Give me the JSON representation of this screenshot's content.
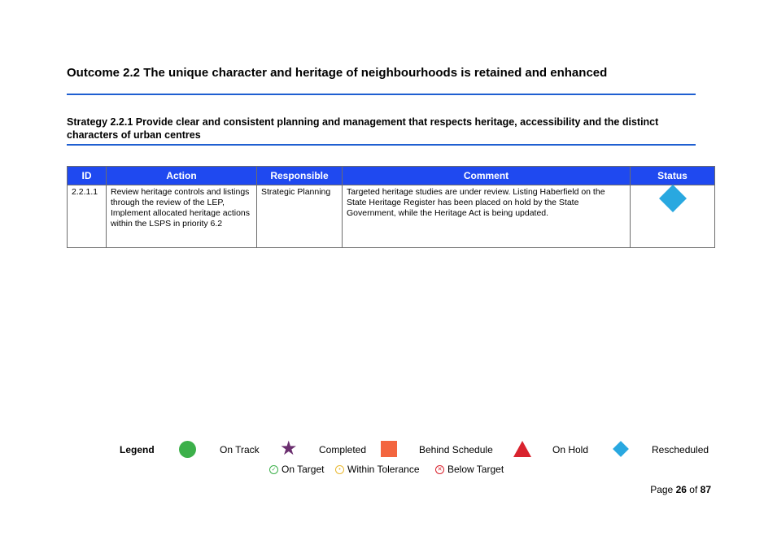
{
  "outcome": {
    "title": "Outcome 2.2 The unique character and heritage of neighbourhoods is retained and enhanced"
  },
  "strategy": {
    "title": "Strategy 2.2.1 Provide clear and consistent planning and management that respects heritage, accessibility and the distinct characters of urban centres"
  },
  "table": {
    "headers": {
      "id": "ID",
      "action": "Action",
      "responsible": "Responsible",
      "comment": "Comment",
      "status": "Status"
    },
    "rows": [
      {
        "id": "2.2.1.1",
        "action": "Review heritage controls and listings through the review of the LEP, Implement allocated heritage actions within the LSPS in priority 6.2",
        "responsible": "Strategic Planning",
        "comment": "Targeted heritage studies are under review. Listing Haberfield on the State Heritage Register has been placed on hold by the State Government, while the Heritage Act is being updated.",
        "status_icon": "rescheduled-diamond-icon",
        "status_color": "#29a8e0"
      }
    ]
  },
  "legend": {
    "label": "Legend",
    "items": [
      {
        "icon": "green-circle-icon",
        "color": "#3cb04a",
        "label": "On Track"
      },
      {
        "icon": "purple-star-icon",
        "color": "#6b2f6f",
        "label": "Completed"
      },
      {
        "icon": "orange-square-icon",
        "color": "#f3653f",
        "label": "Behind Schedule"
      },
      {
        "icon": "red-triangle-icon",
        "color": "#d9232e",
        "label": "On Hold"
      },
      {
        "icon": "blue-diamond-icon",
        "color": "#29a8e0",
        "label": "Rescheduled"
      }
    ],
    "targets": [
      {
        "icon": "check-circle-icon",
        "color": "#3cb04a",
        "label": "On Target"
      },
      {
        "icon": "neutral-circle-icon",
        "color": "#e9b830",
        "label": "Within Tolerance"
      },
      {
        "icon": "x-circle-icon",
        "color": "#d9232e",
        "label": "Below Target"
      }
    ]
  },
  "page": {
    "prefix": "Page",
    "current": "26",
    "of": "of",
    "total": "87"
  }
}
